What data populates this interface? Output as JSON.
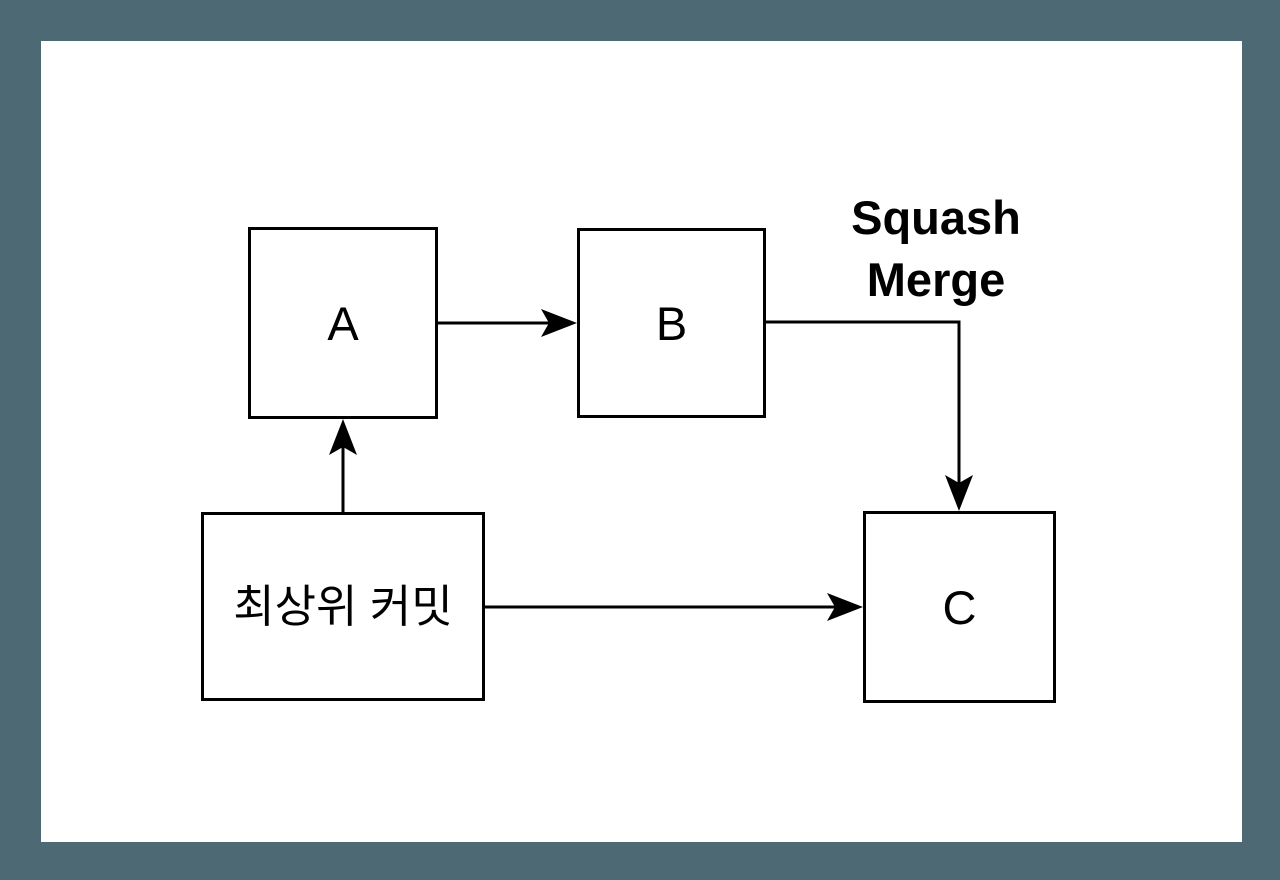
{
  "diagram": {
    "nodes": {
      "a": {
        "label": "A"
      },
      "b": {
        "label": "B"
      },
      "c": {
        "label": "C"
      },
      "top_commit": {
        "label": "최상위 커밋"
      }
    },
    "edges": {
      "squash_merge_label": "Squash Merge"
    }
  },
  "colors": {
    "frame_background": "#4D6A74",
    "canvas_background": "#FFFFFF",
    "line": "#000000",
    "text": "#000000"
  }
}
